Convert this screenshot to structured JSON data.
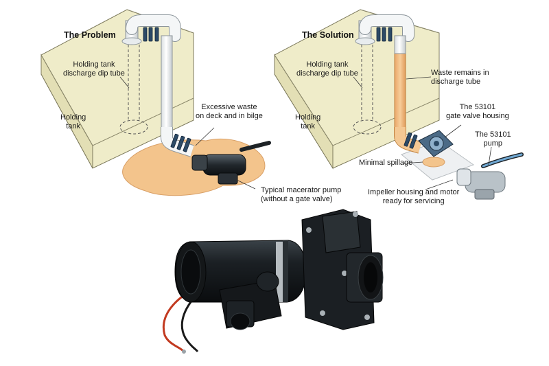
{
  "problem": {
    "title": "The Problem",
    "dip_tube_label": "Holding tank\ndischarge dip tube",
    "tank_label": "Holding\ntank",
    "waste_label": "Excessive waste\non deck and in bilge",
    "pump_label": "Typical macerator pump\n(without a gate valve)"
  },
  "solution": {
    "title": "The Solution",
    "dip_tube_label": "Holding tank\ndischarge dip tube",
    "tank_label": "Holding\ntank",
    "waste_tube_label": "Waste remains in\ndischarge tube",
    "gate_valve_label": "The 53101\ngate valve housing",
    "pump_label": "The 53101\npump",
    "spillage_label": "Minimal spillage",
    "impeller_label": "Impeller housing and motor\nready for servicing"
  },
  "colors": {
    "tank": "#efecc9",
    "tank_side": "#e3dfb5",
    "waste": "#f3c48c",
    "pipe": "#f4f6f7",
    "pump_body": "#1d2226",
    "clamp": "#2c4a66"
  }
}
